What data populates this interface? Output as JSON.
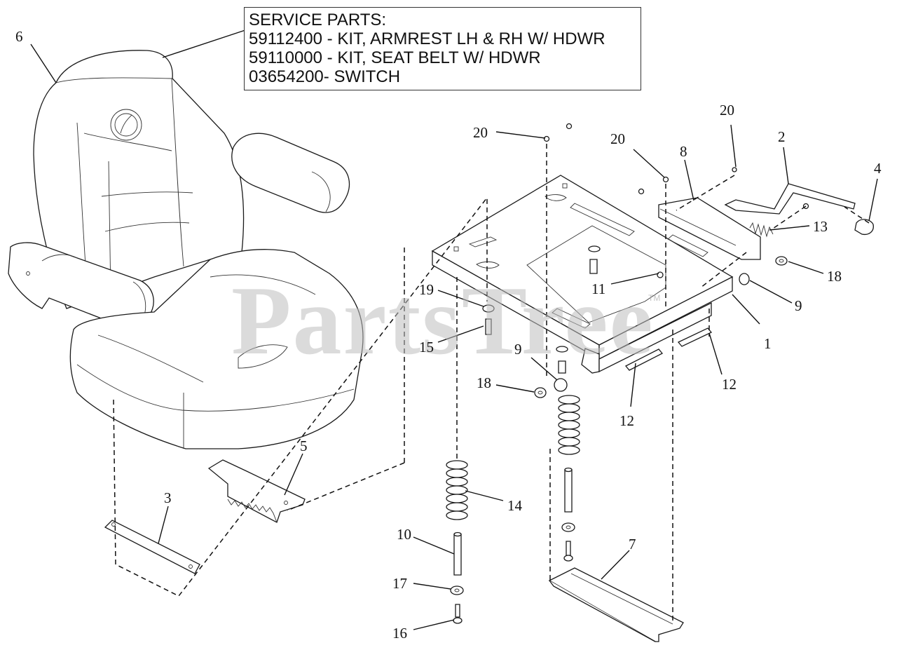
{
  "service_parts": {
    "heading": "SERVICE PARTS:",
    "items": [
      "59112400 - KIT, ARMREST LH & RH W/ HDWR",
      "59110000 - KIT, SEAT BELT W/ HDWR",
      "03654200- SWITCH"
    ]
  },
  "watermark": {
    "text": "PartsTree",
    "trademark": "TM"
  },
  "callouts": {
    "c1": "1",
    "c2": "2",
    "c3": "3",
    "c4": "4",
    "c5": "5",
    "c6": "6",
    "c7": "7",
    "c8": "8",
    "c9a": "9",
    "c9b": "9",
    "c10": "10",
    "c11": "11",
    "c12a": "12",
    "c12b": "12",
    "c13": "13",
    "c14": "14",
    "c15": "15",
    "c16": "16",
    "c17": "17",
    "c18a": "18",
    "c18b": "18",
    "c19": "19",
    "c20a": "20",
    "c20b": "20",
    "c20c": "20"
  }
}
